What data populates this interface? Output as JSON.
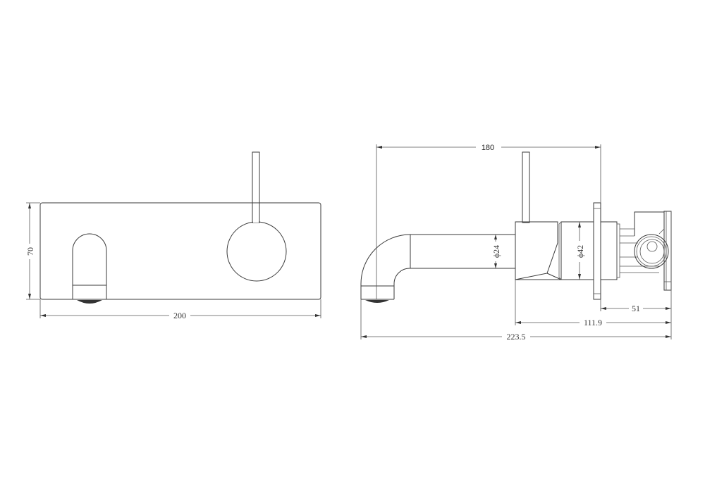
{
  "drawing": {
    "front_view": {
      "height_dim": "70",
      "width_dim": "200"
    },
    "side_view": {
      "projection_dim": "180",
      "spout_diameter": "ϕ24",
      "body_diameter": "ϕ42",
      "rough_in_dim": "51",
      "body_depth_dim": "111.9",
      "overall_depth_dim": "223.5"
    }
  }
}
